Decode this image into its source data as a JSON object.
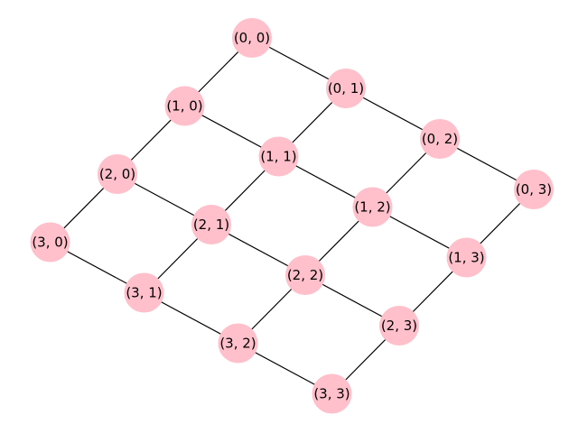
{
  "graph": {
    "node_color": "#FFC0CB",
    "edge_color": "#000000",
    "nodes": [
      {
        "id": "0-0",
        "label": "(0, 0)",
        "row": 0,
        "col": 0
      },
      {
        "id": "0-1",
        "label": "(0, 1)",
        "row": 0,
        "col": 1
      },
      {
        "id": "0-2",
        "label": "(0, 2)",
        "row": 0,
        "col": 2
      },
      {
        "id": "0-3",
        "label": "(0, 3)",
        "row": 0,
        "col": 3
      },
      {
        "id": "1-0",
        "label": "(1, 0)",
        "row": 1,
        "col": 0
      },
      {
        "id": "1-1",
        "label": "(1, 1)",
        "row": 1,
        "col": 1
      },
      {
        "id": "1-2",
        "label": "(1, 2)",
        "row": 1,
        "col": 2
      },
      {
        "id": "1-3",
        "label": "(1, 3)",
        "row": 1,
        "col": 3
      },
      {
        "id": "2-0",
        "label": "(2, 0)",
        "row": 2,
        "col": 0
      },
      {
        "id": "2-1",
        "label": "(2, 1)",
        "row": 2,
        "col": 1
      },
      {
        "id": "2-2",
        "label": "(2, 2)",
        "row": 2,
        "col": 2
      },
      {
        "id": "2-3",
        "label": "(2, 3)",
        "row": 2,
        "col": 3
      },
      {
        "id": "3-0",
        "label": "(3, 0)",
        "row": 3,
        "col": 0
      },
      {
        "id": "3-1",
        "label": "(3, 1)",
        "row": 3,
        "col": 1
      },
      {
        "id": "3-2",
        "label": "(3, 2)",
        "row": 3,
        "col": 2
      },
      {
        "id": "3-3",
        "label": "(3, 3)",
        "row": 3,
        "col": 3
      }
    ],
    "edges": [
      [
        "0-0",
        "0-1"
      ],
      [
        "0-1",
        "0-2"
      ],
      [
        "0-2",
        "0-3"
      ],
      [
        "1-0",
        "1-1"
      ],
      [
        "1-1",
        "1-2"
      ],
      [
        "1-2",
        "1-3"
      ],
      [
        "2-0",
        "2-1"
      ],
      [
        "2-1",
        "2-2"
      ],
      [
        "2-2",
        "2-3"
      ],
      [
        "3-0",
        "3-1"
      ],
      [
        "3-1",
        "3-2"
      ],
      [
        "3-2",
        "3-3"
      ],
      [
        "0-0",
        "1-0"
      ],
      [
        "1-0",
        "2-0"
      ],
      [
        "2-0",
        "3-0"
      ],
      [
        "0-1",
        "1-1"
      ],
      [
        "1-1",
        "2-1"
      ],
      [
        "2-1",
        "3-1"
      ],
      [
        "0-2",
        "1-2"
      ],
      [
        "1-2",
        "2-2"
      ],
      [
        "2-2",
        "3-2"
      ],
      [
        "0-3",
        "1-3"
      ],
      [
        "1-3",
        "2-3"
      ],
      [
        "2-3",
        "3-3"
      ]
    ]
  }
}
